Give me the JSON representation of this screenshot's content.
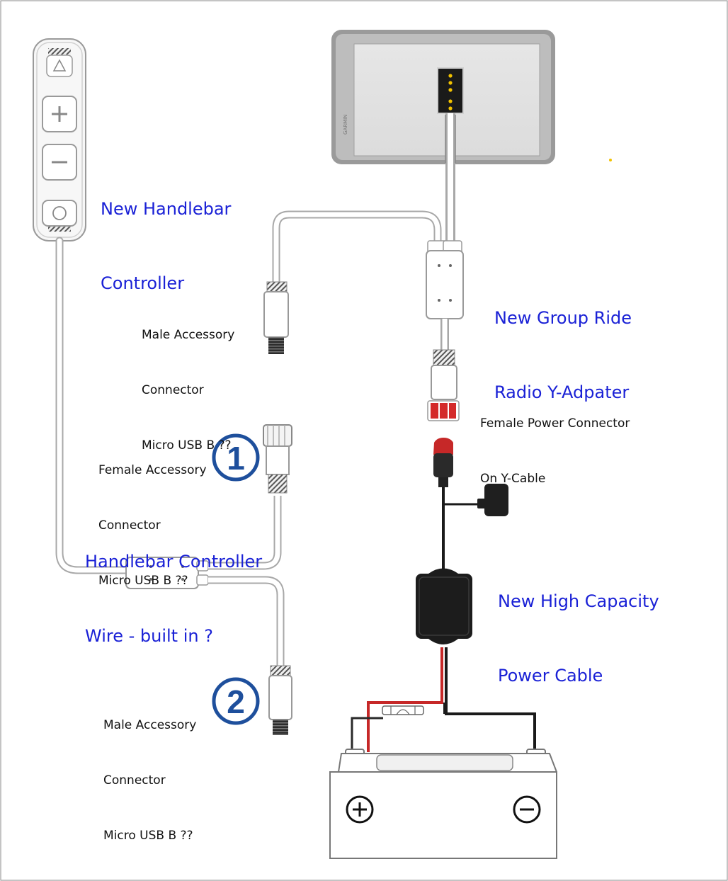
{
  "labels": {
    "handlebar_controller": [
      "New Handlebar",
      "Controller"
    ],
    "group_ride_adapter": [
      "New Group Ride",
      "Radio Y-Adpater"
    ],
    "male_accessory_top": [
      "Male Accessory",
      "Connector",
      "Micro USB B ??"
    ],
    "female_power": [
      "Female Power Connector",
      "On Y-Cable"
    ],
    "female_accessory": [
      "Female Accessory",
      "Connector",
      "Micro USB B ??"
    ],
    "controller_wire": [
      "Handlebar Controller",
      "Wire - built in ?"
    ],
    "high_capacity_cable": [
      "New High Capacity",
      "Power Cable"
    ],
    "male_accessory_bottom": [
      "Male Accessory",
      "Connector",
      "Micro USB B ??"
    ]
  },
  "callouts": {
    "one": "1",
    "two": "2"
  },
  "device": {
    "brand_text": "GARMIN"
  },
  "battery": {
    "positive_symbol": "+",
    "negative_symbol": "−"
  },
  "controller": {
    "buttons": [
      "up-triangle-button",
      "plus-button",
      "minus-button",
      "circle-button"
    ]
  },
  "colors": {
    "label_blue": "#1a21d6",
    "callout_blue": "#1e4f9c",
    "wire_red": "#cc1f1f",
    "connector_red": "#d42a2a",
    "pin_yellow": "#f2c200"
  }
}
